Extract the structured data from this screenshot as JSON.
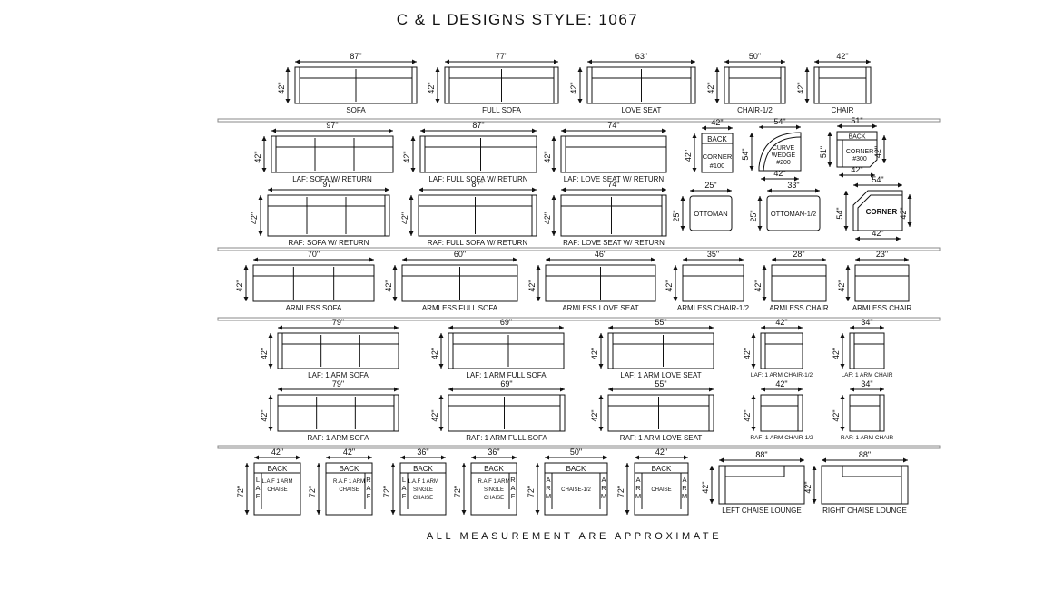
{
  "title": "C & L DESIGNS STYLE:   1067",
  "footer": "ALL MEASUREMENT ARE APPROXIMATE",
  "labels": {
    "back": "BACK",
    "laf": "LAF",
    "raf": "RAF",
    "arm": "ARM"
  },
  "rows": [
    {
      "items": [
        {
          "name": "SOFA",
          "width": "87\"",
          "depth": "42\""
        },
        {
          "name": "FULL SOFA",
          "width": "77\"",
          "depth": "42\""
        },
        {
          "name": "LOVE SEAT",
          "width": "63\"",
          "depth": "42\""
        },
        {
          "name": "CHAIR-1/2",
          "width": "50\"",
          "depth": "42\""
        },
        {
          "name": "CHAIR",
          "width": "42\"",
          "depth": "42\""
        }
      ]
    },
    {
      "items": [
        {
          "name": "LAF: SOFA W/ RETURN",
          "width": "97\"",
          "depth": "42\""
        },
        {
          "name": "LAF: FULL SOFA W/ RETURN",
          "width": "87\"",
          "depth": "42\""
        },
        {
          "name": "LAF: LOVE SEAT W/ RETURN",
          "width": "74\"",
          "depth": "42\""
        },
        {
          "name": "CORNER #100",
          "width": "42\"",
          "depth": "42\""
        },
        {
          "name": "CURVE WEDGE #200",
          "width": "54\"",
          "depth": "54\"",
          "bottom": "42\""
        },
        {
          "name": "CORNER #300",
          "width": "51\"",
          "depth": "51\"",
          "right": "42\"",
          "bottom": "42\""
        }
      ]
    },
    {
      "items": [
        {
          "name": "RAF: SOFA W/ RETURN",
          "width": "97\"",
          "depth": "42\""
        },
        {
          "name": "RAF: FULL SOFA W/ RETURN",
          "width": "87\"",
          "depth": "42\""
        },
        {
          "name": "RAF: LOVE SEAT W/ RETURN",
          "width": "74\"",
          "depth": "42\""
        },
        {
          "name": "OTTOMAN",
          "width": "25\"",
          "depth": "25\""
        },
        {
          "name": "OTTOMAN-1/2",
          "width": "33\"",
          "depth": "25\""
        },
        {
          "name": "CORNER",
          "width": "54\"",
          "depth": "54\"",
          "right": "42\"",
          "bottom": "42\""
        }
      ]
    },
    {
      "items": [
        {
          "name": "ARMLESS SOFA",
          "width": "70\"",
          "depth": "42\""
        },
        {
          "name": "ARMLESS FULL SOFA",
          "width": "60\"",
          "depth": "42\""
        },
        {
          "name": "ARMLESS LOVE SEAT",
          "width": "46\"",
          "depth": "42\""
        },
        {
          "name": "ARMLESS CHAIR-1/2",
          "width": "35\"",
          "depth": "42\""
        },
        {
          "name": "ARMLESS CHAIR",
          "width": "28\"",
          "depth": "42\""
        },
        {
          "name": "ARMLESS CHAIR",
          "width": "23\"",
          "depth": "42\""
        }
      ]
    },
    {
      "items": [
        {
          "name": "LAF: 1 ARM SOFA",
          "width": "79\"",
          "depth": "42\""
        },
        {
          "name": "LAF: 1 ARM FULL SOFA",
          "width": "69\"",
          "depth": "42\""
        },
        {
          "name": "LAF: 1 ARM LOVE SEAT",
          "width": "55\"",
          "depth": "42\""
        },
        {
          "name": "LAF: 1 ARM CHAIR-1/2",
          "width": "42\"",
          "depth": "42\""
        },
        {
          "name": "LAF: 1 ARM CHAIR",
          "width": "34\"",
          "depth": "42\""
        }
      ]
    },
    {
      "items": [
        {
          "name": "RAF: 1 ARM SOFA",
          "width": "79\"",
          "depth": "42\""
        },
        {
          "name": "RAF: 1 ARM FULL SOFA",
          "width": "69\"",
          "depth": "42\""
        },
        {
          "name": "RAF: 1 ARM LOVE SEAT",
          "width": "55\"",
          "depth": "42\""
        },
        {
          "name": "RAF: 1 ARM CHAIR-1/2",
          "width": "42\"",
          "depth": "42\""
        },
        {
          "name": "RAF: 1 ARM CHAIR",
          "width": "34\"",
          "depth": "42\""
        }
      ]
    },
    {
      "items": [
        {
          "name": "L.A.F 1 ARM CHAISE",
          "width": "42\"",
          "depth": "72\""
        },
        {
          "name": "R.A.F 1 ARM CHAISE",
          "width": "42\"",
          "depth": "72\""
        },
        {
          "name": "L.A.F 1 ARM SINGLE CHAISE",
          "width": "36\"",
          "depth": "72\""
        },
        {
          "name": "R.A.F 1 ARM SINGLE CHAISE",
          "width": "36\"",
          "depth": "72\""
        },
        {
          "name": "CHAISE-1/2",
          "width": "50\"",
          "depth": "72\""
        },
        {
          "name": "CHAISE",
          "width": "42\"",
          "depth": "72\""
        },
        {
          "name": "LEFT CHAISE LOUNGE",
          "width": "88\"",
          "depth": "42\""
        },
        {
          "name": "RIGHT CHAISE LOUNGE",
          "width": "88\"",
          "depth": "42\""
        }
      ]
    }
  ]
}
